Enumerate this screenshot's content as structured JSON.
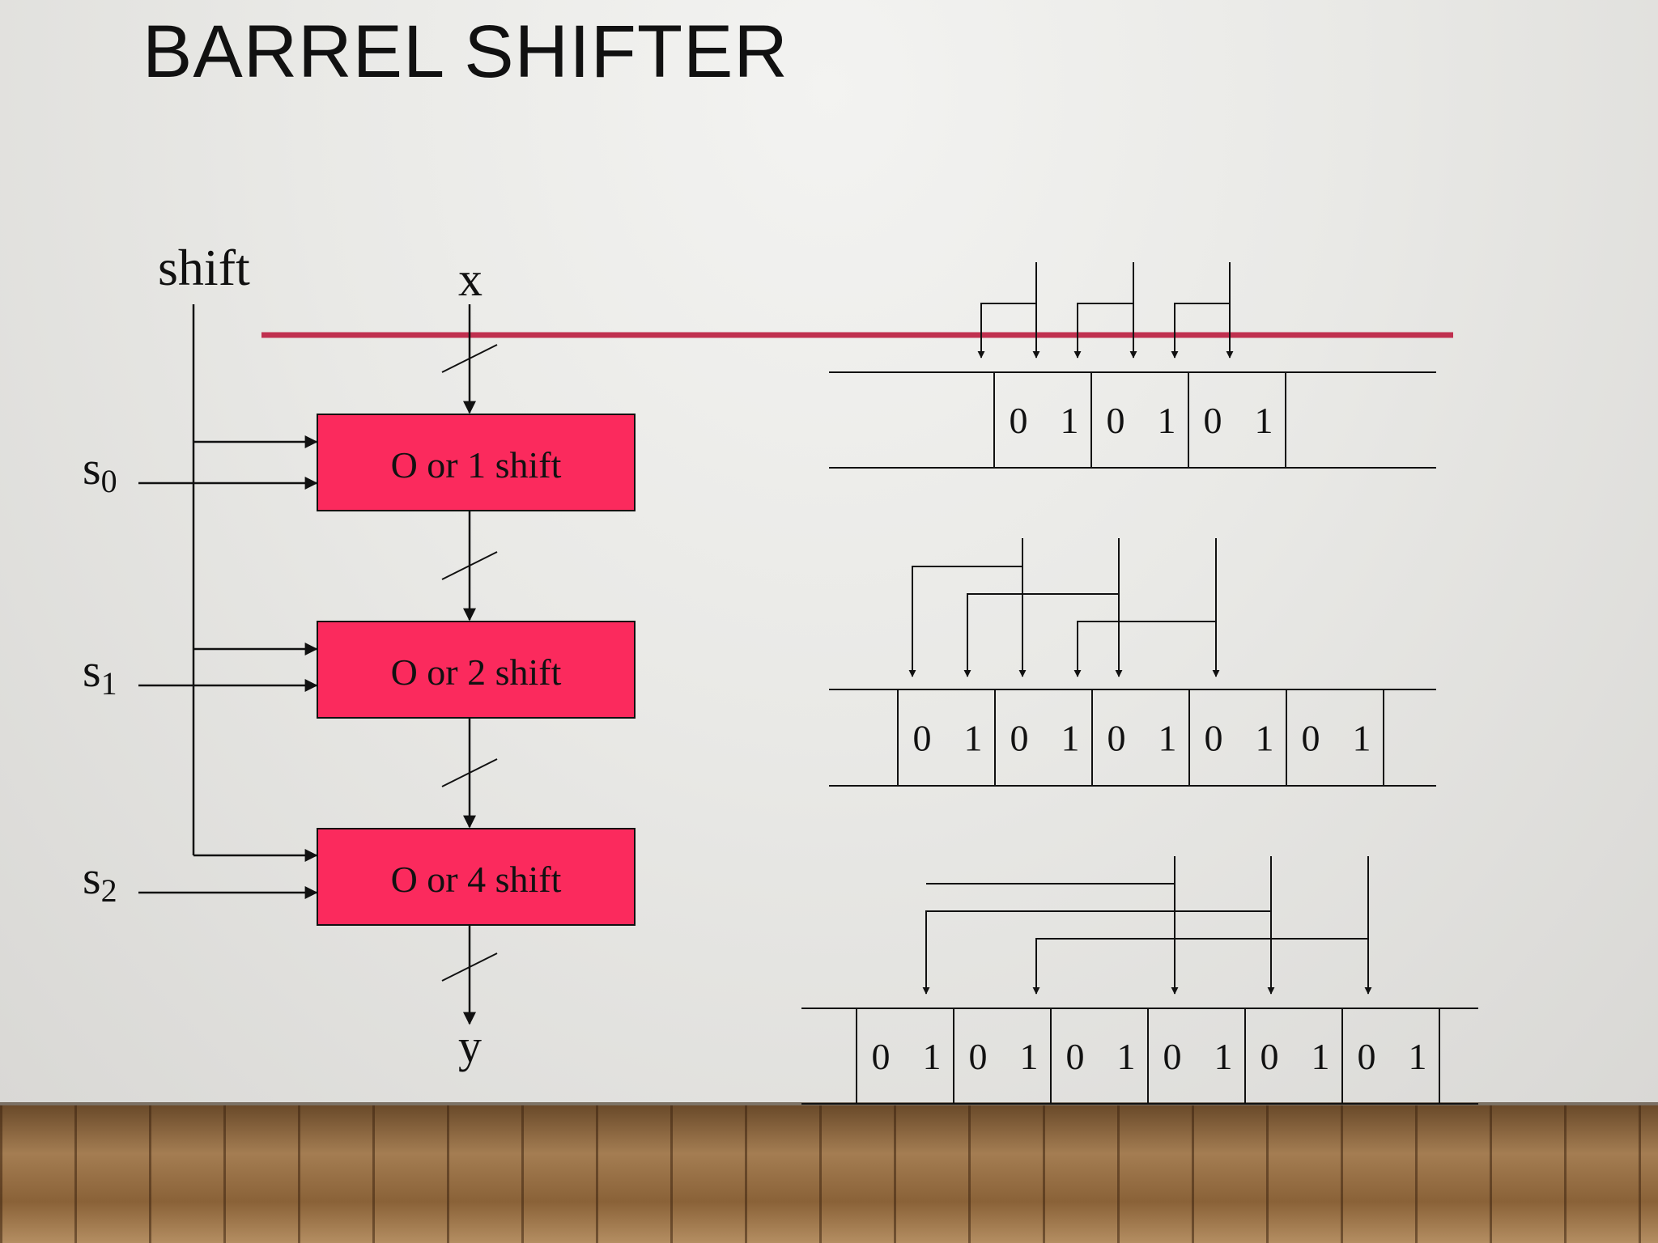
{
  "title": "BARREL SHIFTER",
  "accent_color": "#fb2a5d",
  "divider_color": "#c0304f",
  "signals": {
    "shift": "shift",
    "input": "x",
    "output": "y",
    "select": [
      {
        "base": "s",
        "sub": "0"
      },
      {
        "base": "s",
        "sub": "1"
      },
      {
        "base": "s",
        "sub": "2"
      }
    ]
  },
  "stages": [
    {
      "label": "O or 1 shift"
    },
    {
      "label": "O or 2 shift"
    },
    {
      "label": "O or 4 shift"
    }
  ],
  "registers": [
    {
      "bits": [
        "0",
        "1",
        "0",
        "1",
        "0",
        "1"
      ]
    },
    {
      "bits": [
        "0",
        "1",
        "0",
        "1",
        "0",
        "1",
        "0",
        "1",
        "0",
        "1"
      ]
    },
    {
      "bits": [
        "0",
        "1",
        "0",
        "1",
        "0",
        "1",
        "0",
        "1",
        "0",
        "1",
        "0",
        "1"
      ]
    }
  ]
}
